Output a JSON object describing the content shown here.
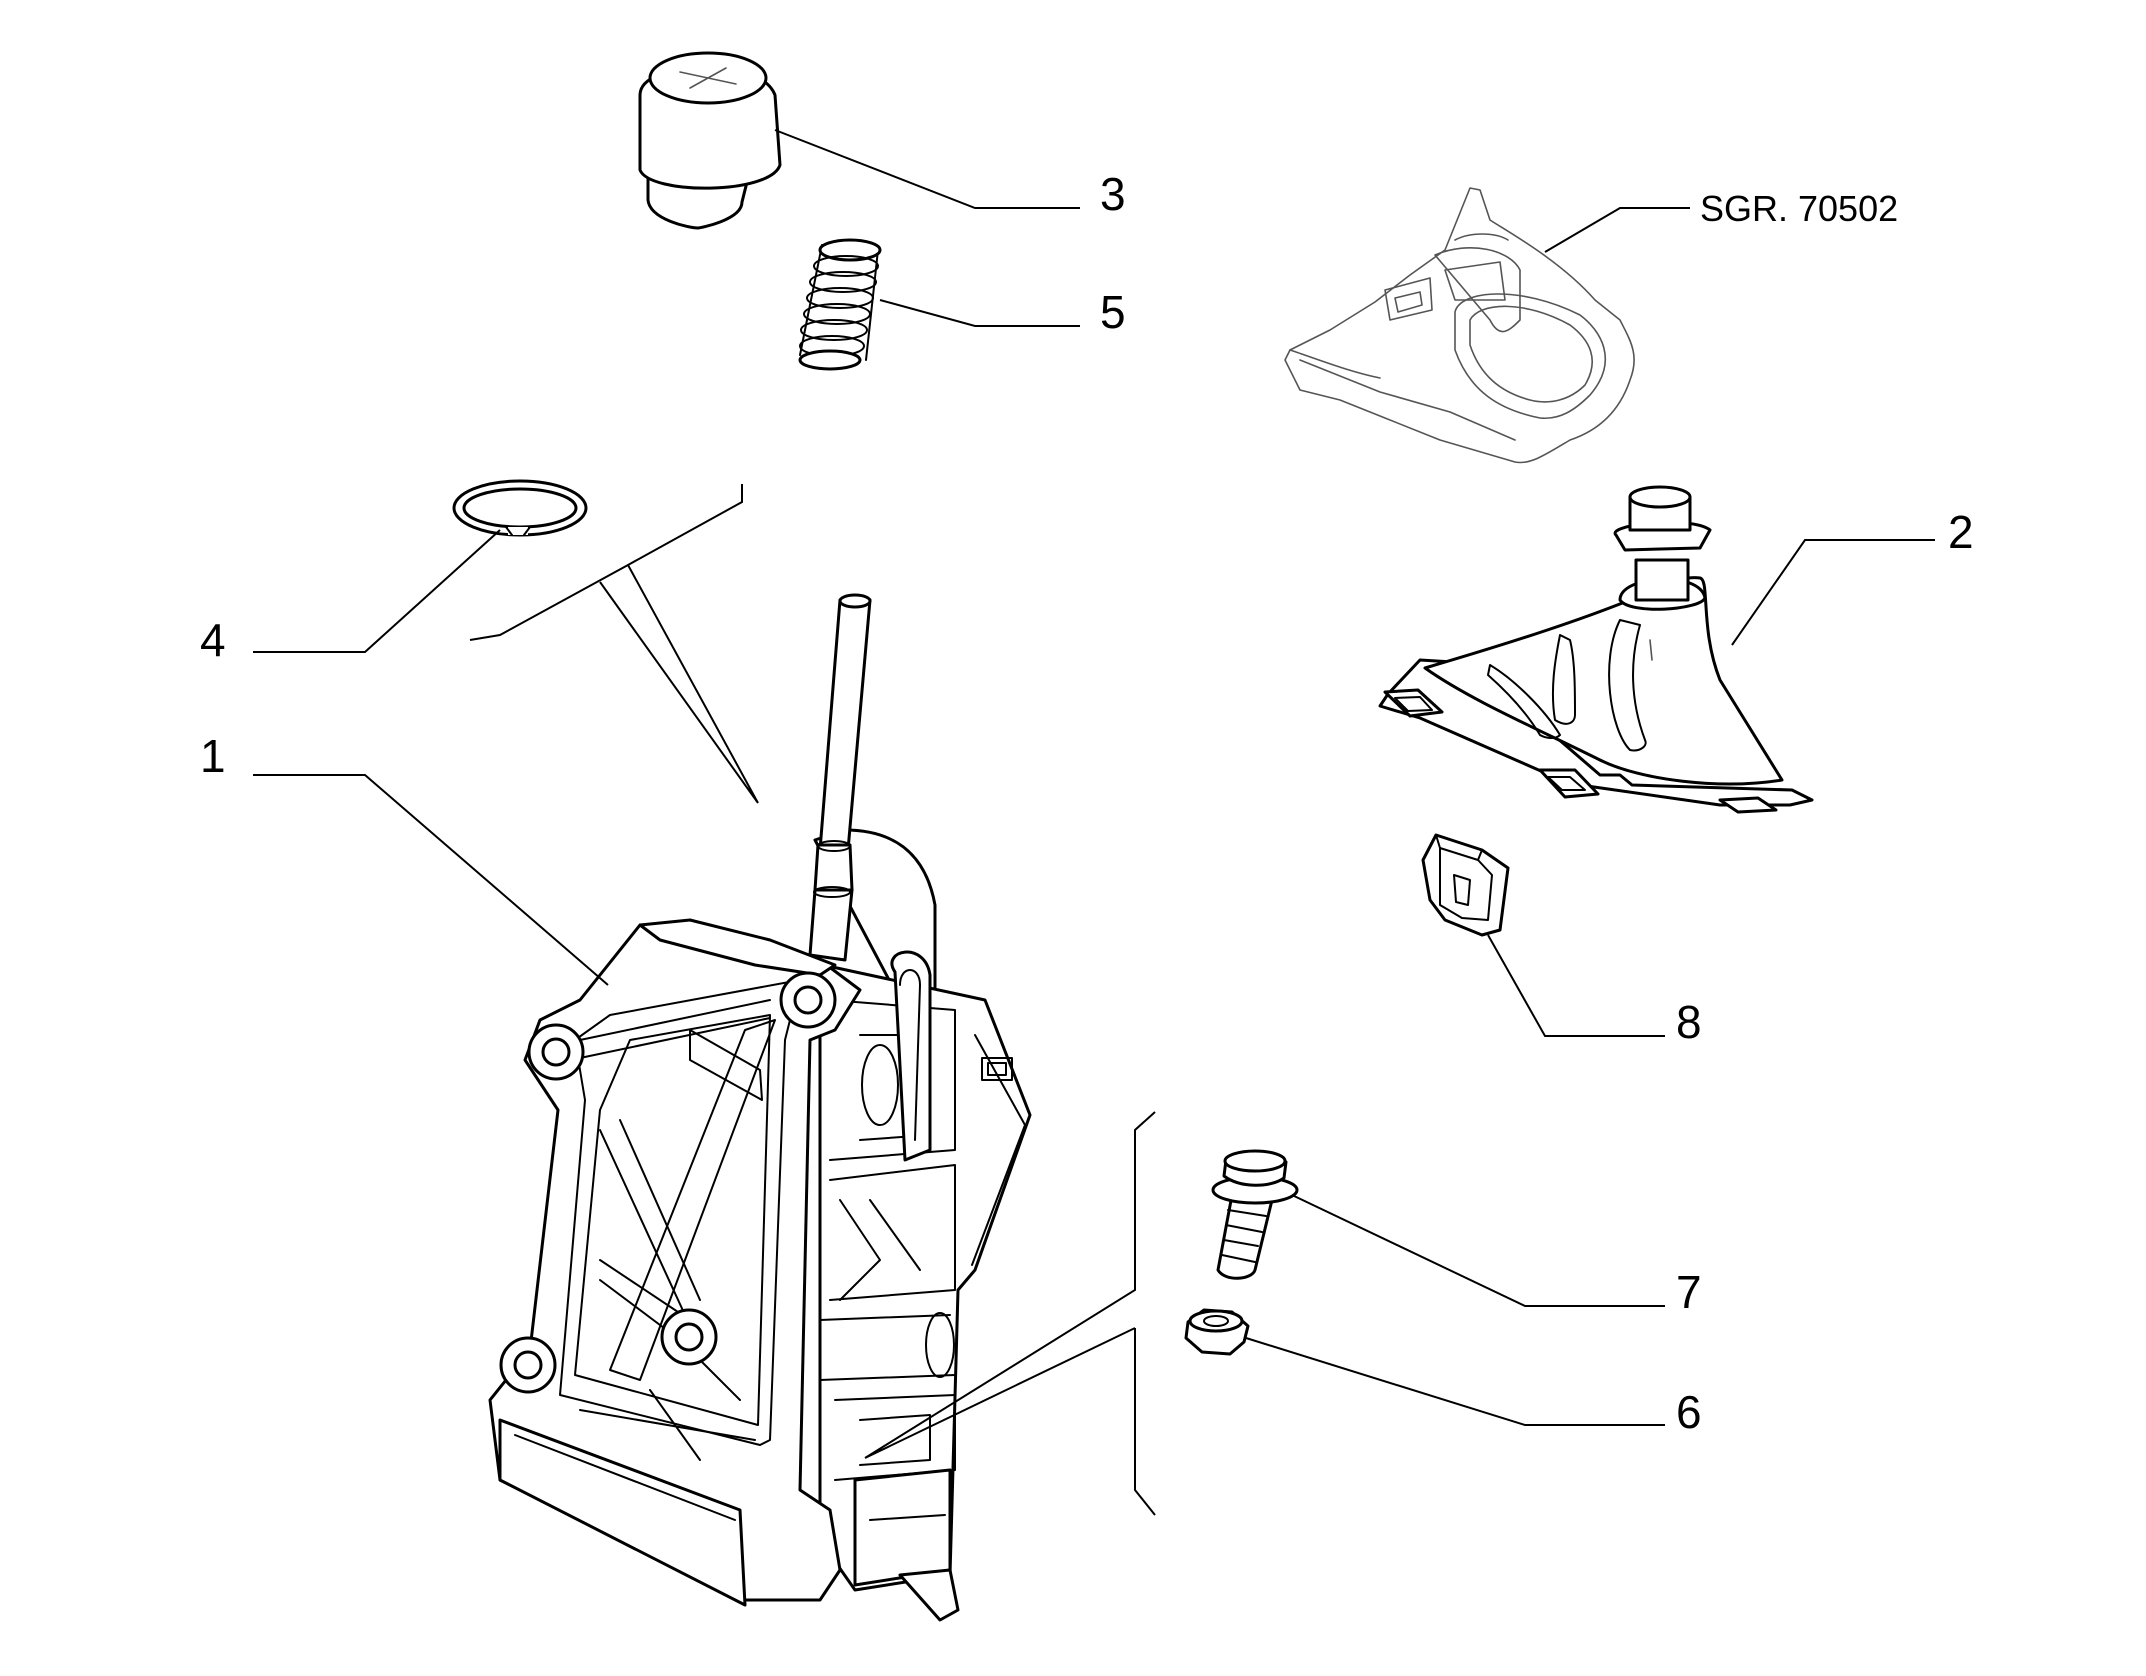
{
  "diagram": {
    "callouts": [
      {
        "id": "1",
        "label": "1"
      },
      {
        "id": "2",
        "label": "2"
      },
      {
        "id": "3",
        "label": "3"
      },
      {
        "id": "4",
        "label": "4"
      },
      {
        "id": "5",
        "label": "5"
      },
      {
        "id": "6",
        "label": "6"
      },
      {
        "id": "7",
        "label": "7"
      },
      {
        "id": "8",
        "label": "8"
      }
    ],
    "reference": "SGR. 70502"
  }
}
